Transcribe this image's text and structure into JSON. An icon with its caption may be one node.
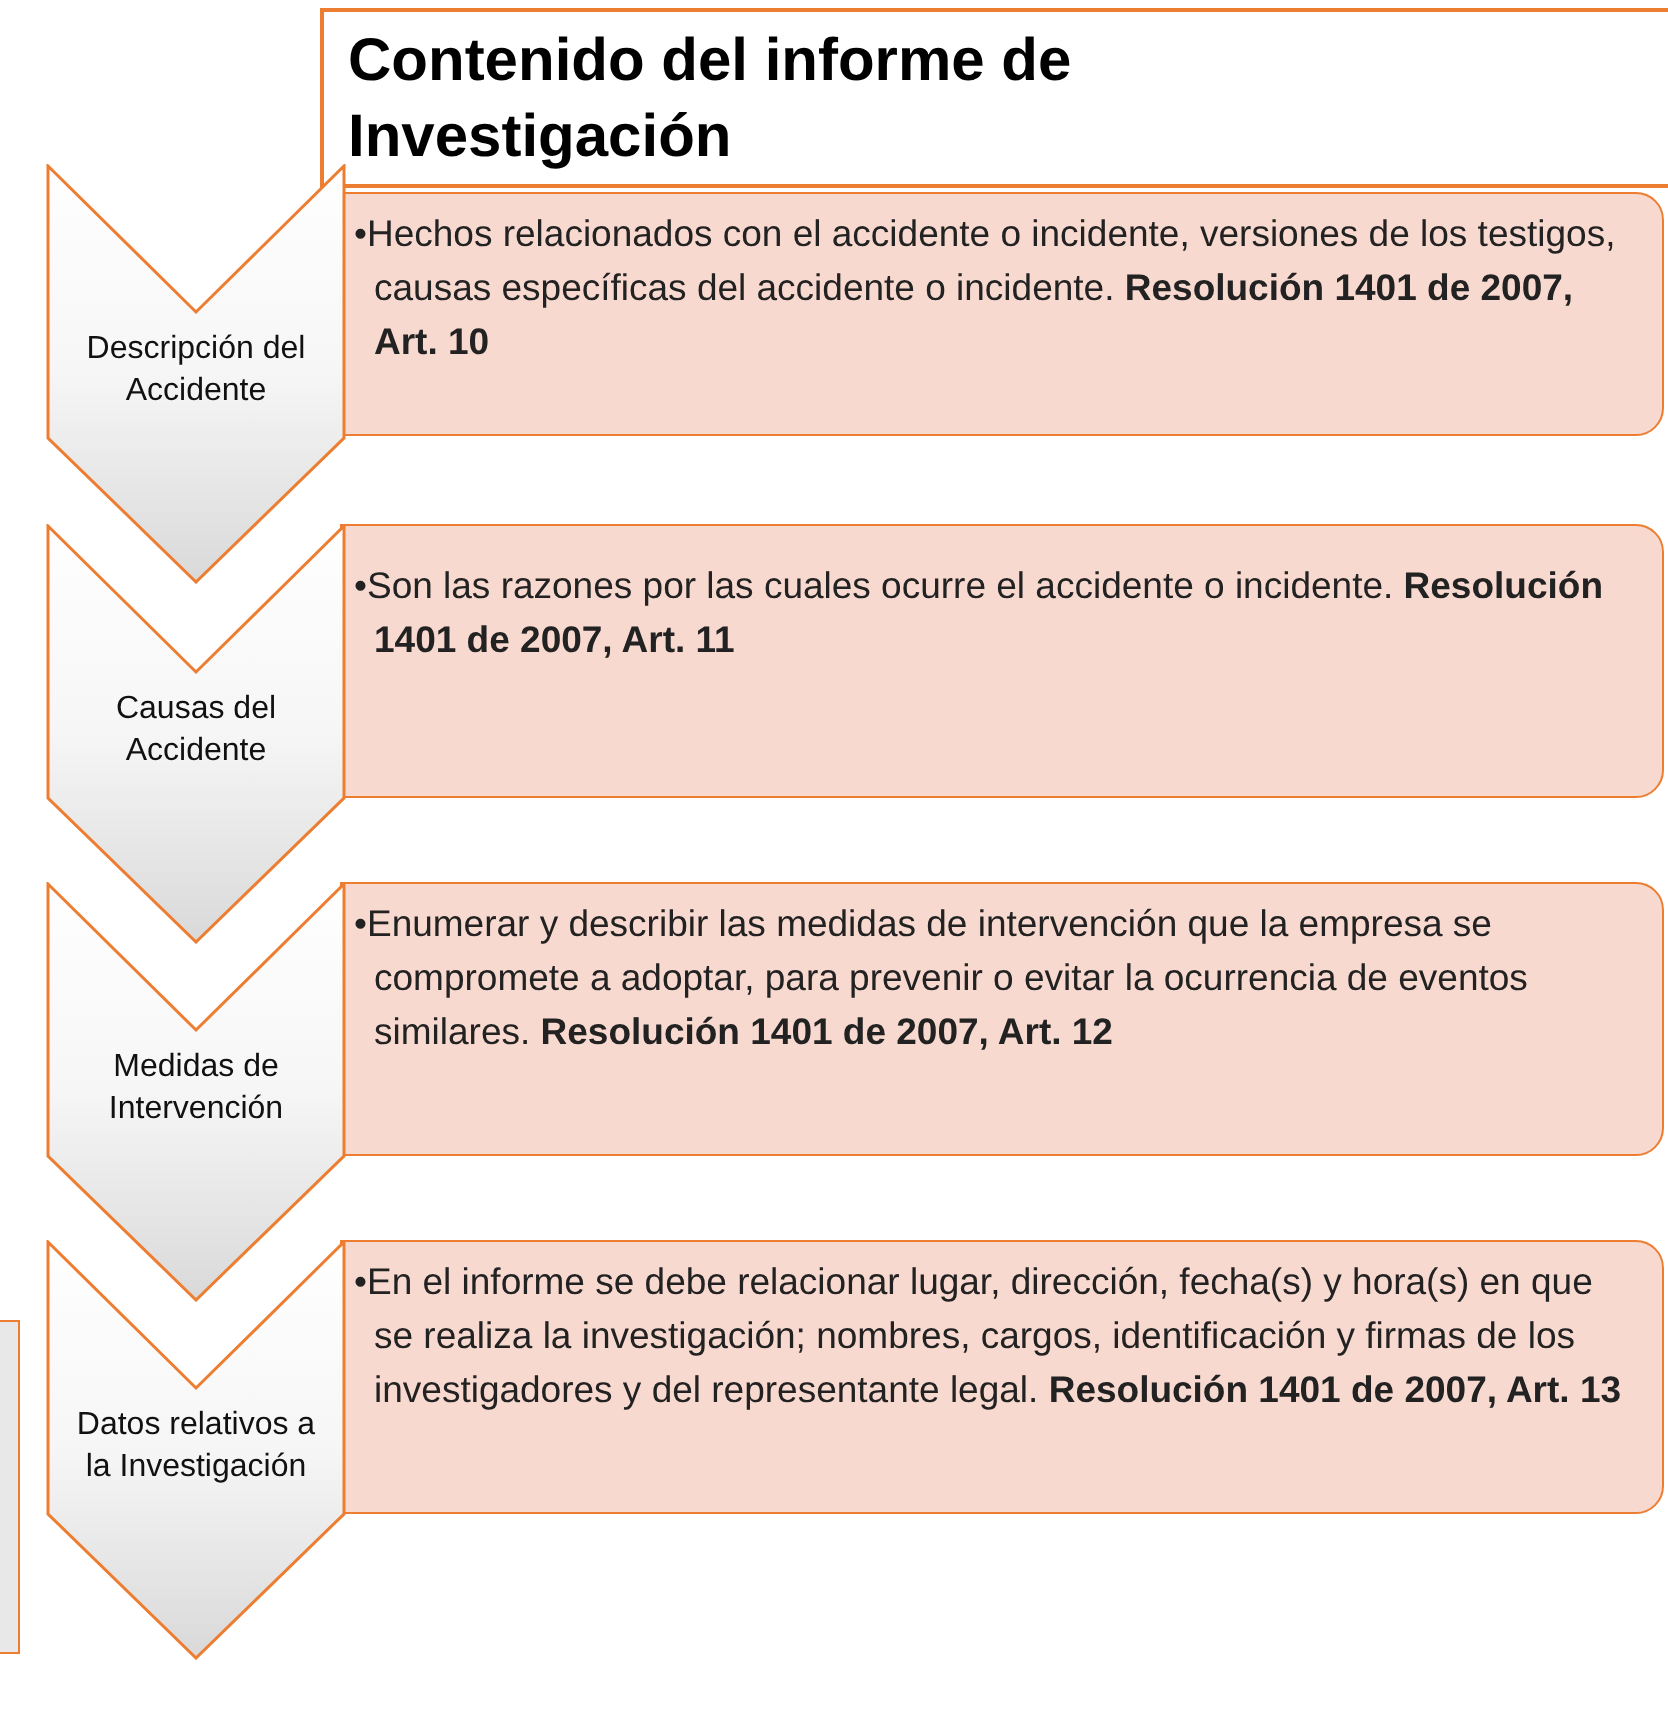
{
  "diagram": {
    "title": "Contenido del informe de Investigación",
    "nodes": [
      {
        "text": [
          "Descripción del Accidente"
        ]
      },
      {
        "text": [
          "•Hechos relacionados con el accidente o incidente, versiones de los testigos, causas específicas del accidente o incidente. **Resolución 1401 de 2007, Art. 10**"
        ]
      },
      {
        "text": [
          "Causas del Accidente"
        ]
      },
      {
        "text": [
          "•Son las razones por las cuales ocurre el accidente o incidente. **Resolución 1401 de 2007, Art. 11**"
        ]
      },
      {
        "text": [
          "Medidas de Intervención"
        ]
      },
      {
        "text": [
          "•Enumerar y describir las medidas de intervención que la empresa se compromete a adoptar, para prevenir o evitar la ocurrencia de eventos similares. **Resolución 1401 de 2007, Art. 12**"
        ]
      },
      {
        "text": [
          "Datos relativos a la Investigación"
        ]
      },
      {
        "text": [
          "•En el informe se debe relacionar lugar, dirección, fecha(s) y hora(s) en que se realiza la investigación; nombres, cargos, identificación y firmas de los investigadores y del representante legal. **Resolución 1401 de 2007, Art. 13**"
        ]
      }
    ],
    "edges": []
  }
}
